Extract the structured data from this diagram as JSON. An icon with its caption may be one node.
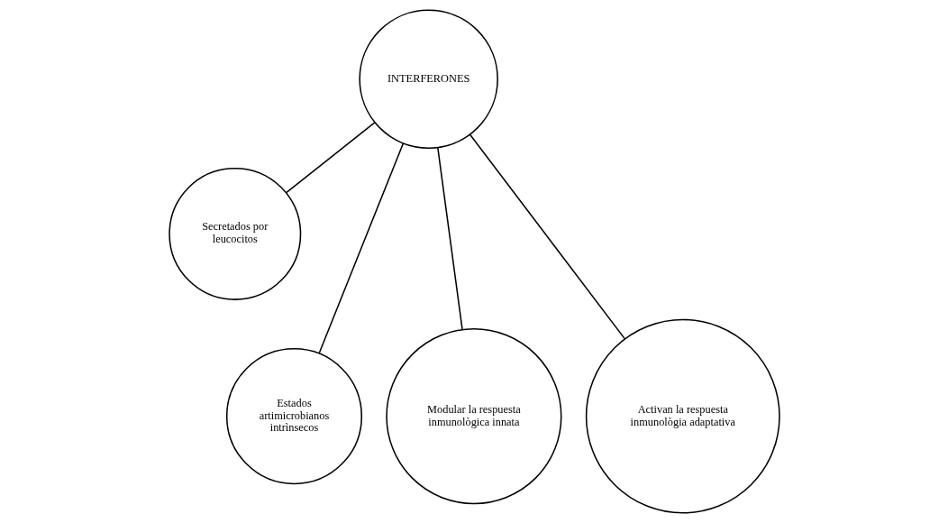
{
  "diagram": {
    "nodes": [
      {
        "text": [
          "INTERFERONES"
        ]
      },
      {
        "text": [
          "Secretados por leucocitos"
        ]
      },
      {
        "text": [
          "Estados artimicrobianos intrìnsecos"
        ]
      },
      {
        "text": [
          "Modular la respuesta inmunològica innata"
        ]
      },
      {
        "text": [
          "Activan la respuesta inmunològia adaptativa"
        ]
      }
    ],
    "edges": [
      {
        "from": 0,
        "to": 1,
        "arrow": "none"
      },
      {
        "from": 0,
        "to": 2,
        "arrow": "none"
      },
      {
        "from": 0,
        "to": 3,
        "arrow": "none"
      },
      {
        "from": 0,
        "to": 4,
        "arrow": "none"
      }
    ]
  }
}
